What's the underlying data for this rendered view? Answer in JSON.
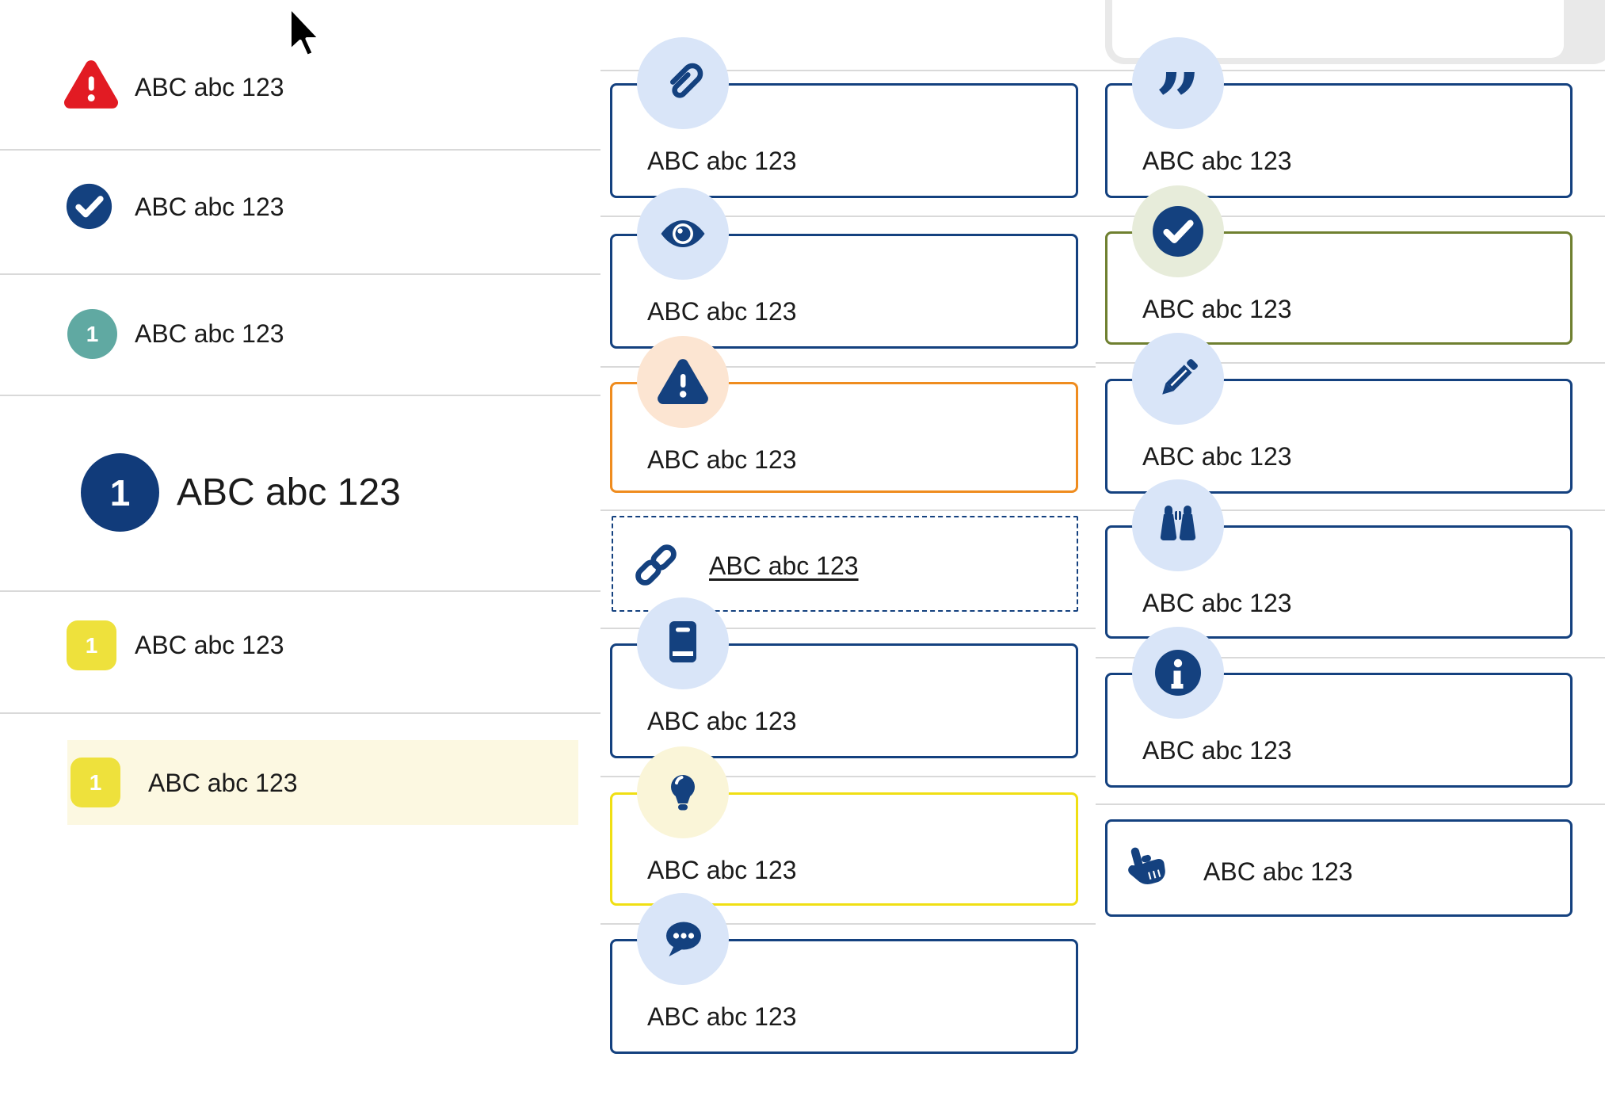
{
  "palette": {
    "navy": "#14417f",
    "red": "#e21b23",
    "teal": "#60a9a2",
    "yellow": "#eee13c",
    "selected_row_yellow": "#fcf8e1",
    "orange_border": "#ef8c1f",
    "peach_badge": "#fce5d2",
    "olive_border": "#6f8030",
    "sage_badge": "#e7ecda",
    "light_blue_badge": "#d9e5f8",
    "pale_yellow_badge": "#faf5d8",
    "yellow_border": "#f0df13",
    "divider_gray": "#d9d9d9",
    "text": "#1b1b1b"
  },
  "icons": {
    "quote_glyph": "”"
  },
  "left_list": {
    "items": [
      {
        "icon": "warning-triangle-icon",
        "label": "ABC abc 123"
      },
      {
        "icon": "check-circle-icon",
        "label": "ABC abc 123"
      },
      {
        "icon": "teal-number-badge",
        "badge": "1",
        "label": "ABC abc 123"
      },
      {
        "icon": "navy-number-badge-large",
        "badge": "1",
        "label": "ABC abc 123"
      },
      {
        "icon": "yellow-number-badge",
        "badge": "1",
        "label": "ABC abc 123"
      },
      {
        "icon": "yellow-number-badge",
        "badge": "1",
        "label": "ABC abc 123",
        "selected": true
      }
    ]
  },
  "middle_callouts": {
    "boxes": [
      {
        "icon": "paperclip-icon",
        "variant": "navy",
        "label": "ABC abc 123"
      },
      {
        "icon": "eye-icon",
        "variant": "navy",
        "label": "ABC abc 123"
      },
      {
        "icon": "warning-triangle-icon",
        "variant": "orange",
        "label": "ABC abc 123"
      },
      {
        "icon": "link-icon",
        "variant": "dashed",
        "label": "ABC abc 123",
        "is_link": true
      },
      {
        "icon": "book-icon",
        "variant": "navy",
        "label": "ABC abc 123"
      },
      {
        "icon": "lightbulb-icon",
        "variant": "yellow",
        "label": "ABC abc 123"
      },
      {
        "icon": "chat-icon",
        "variant": "navy",
        "label": "ABC abc 123"
      }
    ]
  },
  "right_callouts": {
    "boxes": [
      {
        "icon": "quote-icon",
        "variant": "navy",
        "label": "ABC abc 123"
      },
      {
        "icon": "check-circle-icon",
        "variant": "green",
        "label": "ABC abc 123"
      },
      {
        "icon": "pencil-icon",
        "variant": "navy",
        "label": "ABC abc 123"
      },
      {
        "icon": "binoculars-icon",
        "variant": "navy",
        "label": "ABC abc 123"
      },
      {
        "icon": "info-icon",
        "variant": "navy",
        "label": "ABC abc 123"
      },
      {
        "icon": "hand-point-icon",
        "variant": "navy-inline",
        "label": "ABC abc 123"
      }
    ]
  }
}
